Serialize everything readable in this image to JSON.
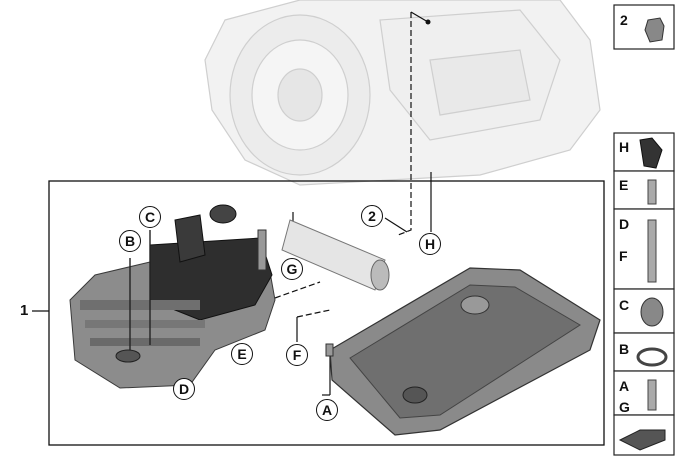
{
  "diagram": {
    "callouts": {
      "A": "A",
      "B": "B",
      "C": "C",
      "D": "D",
      "E": "E",
      "F": "F",
      "G": "G",
      "H": "H",
      "two": "2"
    },
    "part_number_main": "1",
    "legend": {
      "item2_number": "2",
      "h": "H",
      "e": "E",
      "d": "D",
      "f": "F",
      "c": "C",
      "b": "B",
      "a": "A",
      "g": "G"
    },
    "colors": {
      "line": "#111111",
      "part_gray": "#8a8a8a",
      "part_dark": "#2b2b2b",
      "ghost": "#d9d9d9"
    }
  }
}
